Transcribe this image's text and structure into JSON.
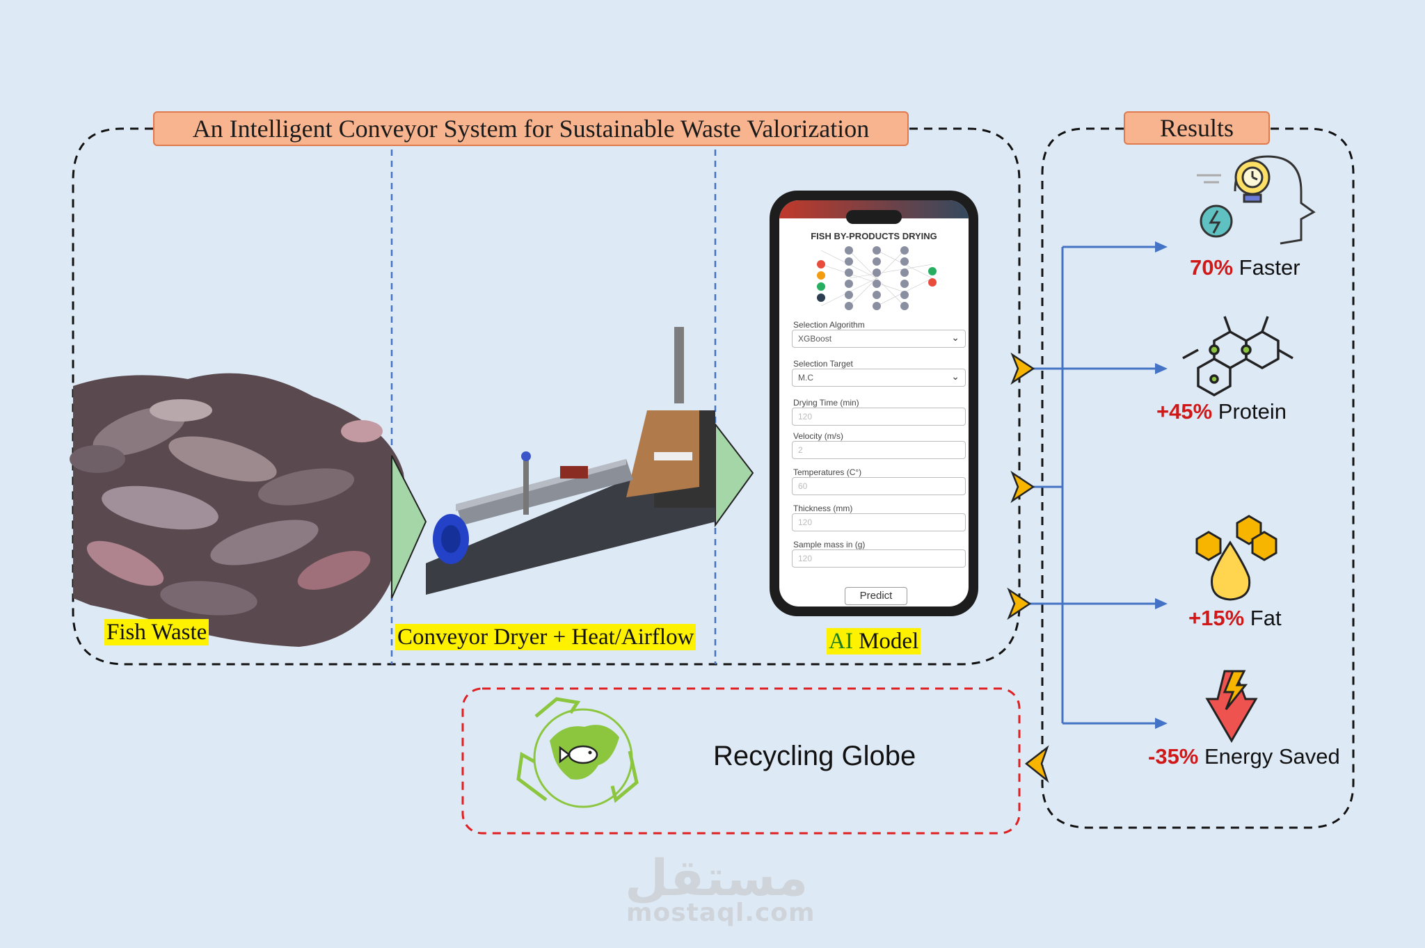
{
  "title": "An Intelligent Conveyor System for Sustainable Waste Valorization",
  "results_title": "Results",
  "stages": {
    "fish_waste": "Fish Waste",
    "dryer": "Conveyor Dryer + Heat/Airflow",
    "ai_prefix": "AI",
    "ai_suffix": " Model"
  },
  "app": {
    "title": "FISH BY-PRODUCTS DRYING",
    "fields": [
      {
        "label": "Selection Algorithm",
        "value": "XGBoost",
        "type": "select"
      },
      {
        "label": "Selection Target",
        "value": "M.C",
        "type": "select"
      },
      {
        "label": "Drying Time (min)",
        "value": "120",
        "type": "input"
      },
      {
        "label": "Velocity (m/s)",
        "value": "2",
        "type": "input"
      },
      {
        "label": "Temperatures (C°)",
        "value": "60",
        "type": "input"
      },
      {
        "label": "Thickness (mm)",
        "value": "120",
        "type": "input"
      },
      {
        "label": "Sample mass in (g)",
        "value": "120",
        "type": "input"
      }
    ],
    "predict_label": "Predict"
  },
  "results": [
    {
      "pct": "70%",
      "label": " Faster",
      "icon": "clock-bulb-head-icon"
    },
    {
      "pct": "+45%",
      "label": " Protein",
      "icon": "molecule-icon"
    },
    {
      "pct": "+15%",
      "label": " Fat",
      "icon": "fat-drop-icon"
    },
    {
      "pct": "-35%",
      "label": " Energy Saved",
      "icon": "energy-down-icon"
    }
  ],
  "recycling": {
    "label": "Recycling Globe",
    "icon": "recycle-globe-icon"
  },
  "watermark": {
    "arabic": "مستقل",
    "latin": "mostaql.com"
  },
  "colors": {
    "title_fill": "#f8b48f",
    "highlight": "#fff200",
    "flow_blue": "#4472c4",
    "recycle_green": "#8cc63f",
    "arrow_yellow": "#f7b500",
    "dashed_red": "#e02020"
  }
}
